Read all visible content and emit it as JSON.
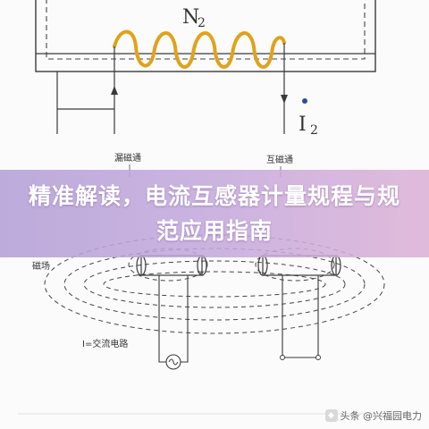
{
  "banner": {
    "title": "精准解读，电流互感器计量规程与规范应用指南"
  },
  "diagram": {
    "labels": {
      "winding_n2": "N",
      "winding_n2_sub": "2",
      "current_i2": "I",
      "current_i2_sub": "2",
      "leakage_flux": "漏磁通",
      "mutual_flux": "互磁通",
      "magnetic_field": "磁场",
      "ac_circuit": "I=交流电路"
    },
    "colors": {
      "coil": "#e0a21c",
      "line": "#3a3a3a",
      "dash": "#444444",
      "banner": "#c4a8dc"
    }
  },
  "watermark": {
    "text": "头条 @兴福园电力",
    "logo_icon": "toutiao-logo-icon"
  }
}
